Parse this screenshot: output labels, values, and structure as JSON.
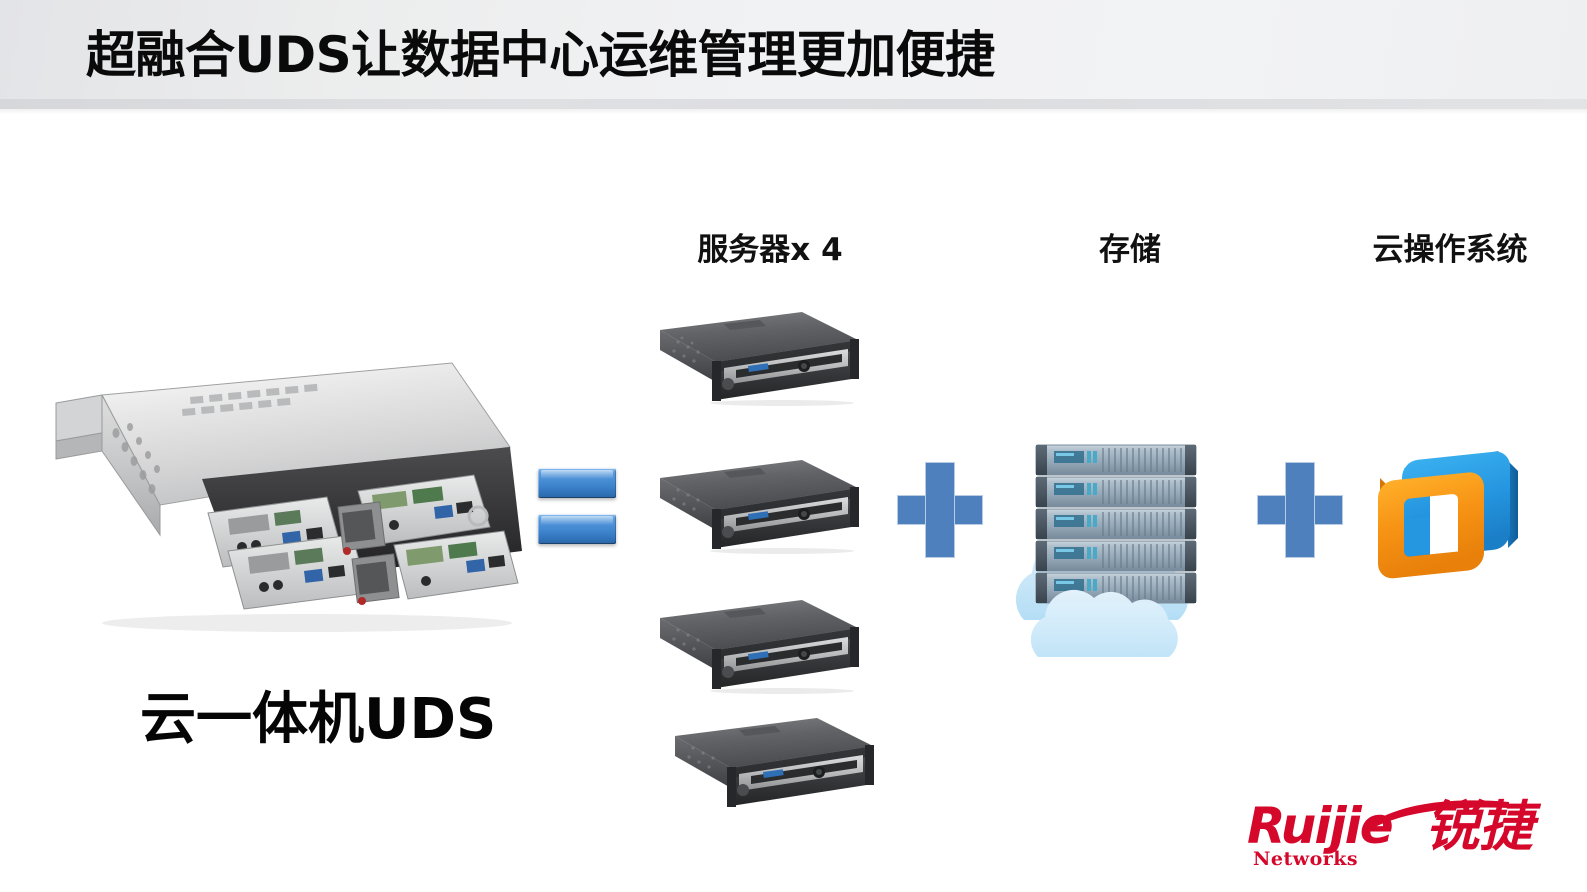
{
  "slide": {
    "title": "超融合UDS让数据中心运维管理更加便捷",
    "background_color": "#ffffff",
    "header_band_color": "#f1f2f4",
    "header_rule_color": "#dcdde0"
  },
  "headings": {
    "servers": "服务器x 4",
    "storage": "存储",
    "cloud_os": "云操作系统"
  },
  "product": {
    "label": "云一体机UDS"
  },
  "operators": {
    "equals": "=",
    "plus_one": "+",
    "plus_two": "+",
    "operator_color": "#4d80bd",
    "equals_color": "#3f86cf"
  },
  "icons": {
    "uds_chassis": "server-chassis-icon",
    "rack_server": "rack-server-icon",
    "storage_stack": "storage-array-icon",
    "cloud": "cloud-icon",
    "cloud_os": "cloud-os-logo-icon"
  },
  "counts": {
    "servers": 4,
    "storage_units": 5
  },
  "logo": {
    "wordmark": "Ruijie",
    "wordmark_cn": "锐捷",
    "tagline": "Networks",
    "color": "#d5082b"
  }
}
